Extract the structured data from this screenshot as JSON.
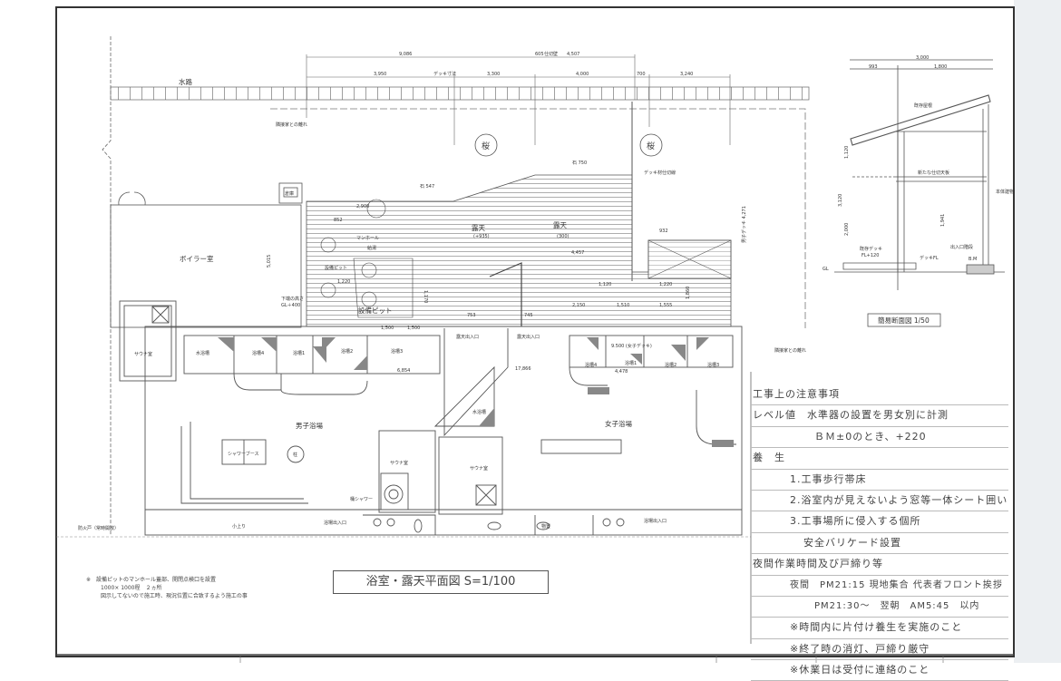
{
  "drawing_title": "浴室・露天平面図 S=1/100",
  "section_title": "簡易断面図 1/50",
  "plan": {
    "water_channel": "水路",
    "neighbor_gap_top": "隣接家との離れ",
    "neighbor_gap_right": "隣接家との離れ",
    "storage_small": "倉庫",
    "boiler_room": "ボイラー室",
    "dim_boiler": "5,015",
    "cherry_1": "桜",
    "cherry_2": "桜",
    "rock_1": "石 547",
    "rock_2": "石 750",
    "manhole": "マンホール",
    "equipment_pit_1": "設備ピット",
    "equipment_pit_2": "設備ピット",
    "pump_hole": "給湯",
    "bottom_height": "下端の高さ",
    "bottom_height_val": "GL＋400",
    "outdoor_1": "露天",
    "outdoor_1_val": "(+935)",
    "outdoor_2": "露天",
    "outdoor_2_val": "(300)",
    "val_852": "852",
    "val_932": "932",
    "val_753": "753",
    "val_745": "745",
    "val_2900": "2,900",
    "val_1170": "1,170",
    "val_4457": "4,457",
    "deck_divider": "デッキ材仕切線",
    "men_deck": "男子デッキ 4,271",
    "women_deck": "女子デッキ",
    "sauna_m": "サウナ室",
    "cold_bath_m": "水浴槽",
    "bath4_m": "浴槽4",
    "bath1_m": "浴槽1",
    "bath2_m": "浴槽2",
    "bath3_m": "浴槽3",
    "outdoor_exit_m": "露天出入口",
    "outdoor_exit_f": "露天出入口",
    "women_deck_label": "9.500 (女子デッキ)",
    "bath4_f": "浴槽4",
    "bath1_f": "浴槽1",
    "bath2_f": "浴槽2",
    "bath3_f": "浴槽3",
    "dim_6854": "6,854",
    "dim_17866": "17,866",
    "dim_4478": "4,478",
    "men_bath": "男子浴場",
    "women_bath": "女子浴場",
    "cold_bath_f": "水浴槽",
    "sauna_m2": "サウナ室",
    "sauna_f": "サウナ室",
    "shower_booth": "シャワーブース",
    "pillar": "柱",
    "bucket_shower": "桶シャワー",
    "fire_door": "防火戸（常時開放）",
    "raised_floor": "小上り",
    "bath_entrance_m": "浴場出入口",
    "storage": "物置",
    "bath_entrance_f": "浴場出入口",
    "dims_top": {
      "total": "9,086",
      "d605": "605",
      "partition": "仕切壁",
      "d4507": "4,507",
      "d3950": "3,950",
      "deck_dim": "デッキ寸法",
      "d3300": "3,300",
      "d4000": "4,000",
      "d700": "700",
      "d3240": "3,240"
    },
    "dims_deck": [
      "2,150",
      "1,510",
      "1,555",
      "1,860",
      "1,120",
      "1,500",
      "1,500",
      "1,220",
      "1,220"
    ]
  },
  "section": {
    "total": "3,000",
    "d993": "993",
    "d1800": "1,800",
    "existing_roof": "既存屋根",
    "new_ceiling": "新たな仕切天板",
    "main_building": "本体建物",
    "h1120": "1,120",
    "h3120": "3,120",
    "h2000": "2,000",
    "h1941": "1,941",
    "existing_deck": "既存デッキ",
    "existing_deck_fl": "FL+120",
    "deck_fl": "デッキFL",
    "entrance_steps": "出入口階段",
    "bm": "B.M",
    "gl": "GL"
  },
  "left_notes": [
    "※　設備ピットのマンホール蓋部、開閉点検口を設置",
    "1000× 1000程　２ヵ所",
    "図示してないので施工時、現況位置に合致するよう施工の事"
  ],
  "notes": {
    "heading": "工事上の注意事項",
    "level": "レベル値　水準器の設置を男女別に計測",
    "level_val": "ＢＭ±0のとき、+220",
    "protection": "養　生",
    "protection_items": [
      "1.工事歩行帯床",
      "2.浴室内が見えないよう窓等一体シート囲い",
      "3.工事場所に侵入する個所"
    ],
    "barricade": "安全バリケード設置",
    "night_heading": "夜間作業時間及び戸締り等",
    "night_1": "夜間　PM21:15 現地集合 代表者フロント挨拶",
    "night_2": "PM21:30～　翌朝　AM5:45　以内",
    "rule_1": "※時間内に片付け養生を実施のこと",
    "rule_2": "※終了時の消灯、戸締り厳守",
    "rule_3": "※休業日は受付に連絡のこと"
  }
}
